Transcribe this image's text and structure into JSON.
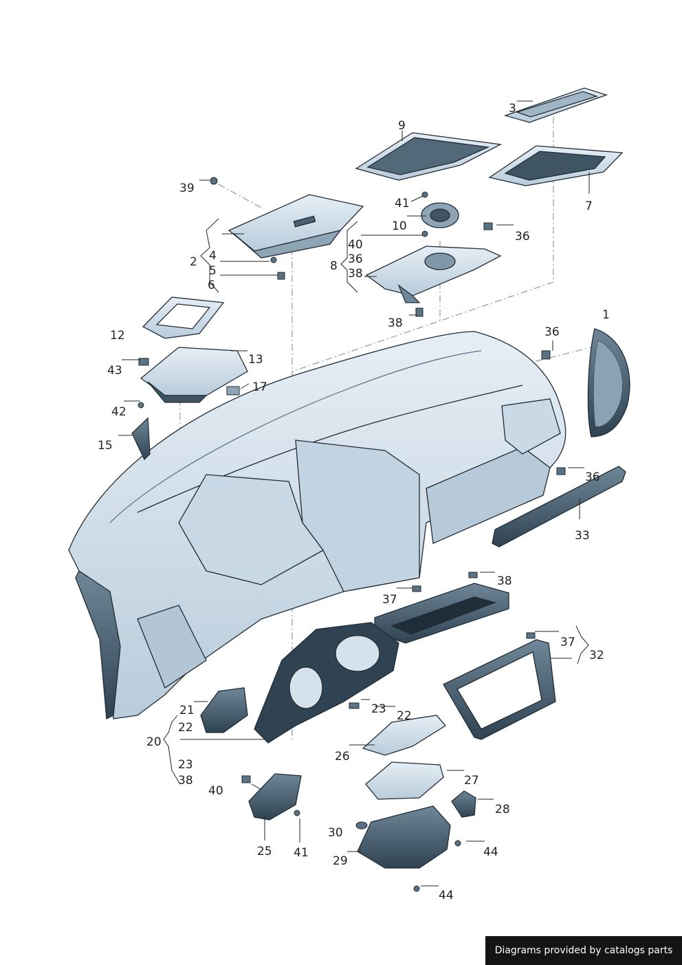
{
  "callouts": [
    {
      "id": "c1",
      "text": "1"
    },
    {
      "id": "c2",
      "text": "2"
    },
    {
      "id": "c3",
      "text": "3"
    },
    {
      "id": "c4",
      "text": "4"
    },
    {
      "id": "c5",
      "text": "5"
    },
    {
      "id": "c6",
      "text": "6"
    },
    {
      "id": "c7",
      "text": "7"
    },
    {
      "id": "c8",
      "text": "8"
    },
    {
      "id": "c9",
      "text": "9"
    },
    {
      "id": "c10",
      "text": "10"
    },
    {
      "id": "c12",
      "text": "12"
    },
    {
      "id": "c13",
      "text": "13"
    },
    {
      "id": "c15",
      "text": "15"
    },
    {
      "id": "c17",
      "text": "17"
    },
    {
      "id": "c20",
      "text": "20"
    },
    {
      "id": "c21",
      "text": "21"
    },
    {
      "id": "c22a",
      "text": "22"
    },
    {
      "id": "c22b",
      "text": "22"
    },
    {
      "id": "c23a",
      "text": "23"
    },
    {
      "id": "c23b",
      "text": "23"
    },
    {
      "id": "c25",
      "text": "25"
    },
    {
      "id": "c26",
      "text": "26"
    },
    {
      "id": "c27",
      "text": "27"
    },
    {
      "id": "c28",
      "text": "28"
    },
    {
      "id": "c29",
      "text": "29"
    },
    {
      "id": "c30",
      "text": "30"
    },
    {
      "id": "c32",
      "text": "32"
    },
    {
      "id": "c33",
      "text": "33"
    },
    {
      "id": "c36a",
      "text": "36"
    },
    {
      "id": "c36b",
      "text": "36"
    },
    {
      "id": "c36c",
      "text": "36"
    },
    {
      "id": "c36d",
      "text": "36"
    },
    {
      "id": "c37a",
      "text": "37"
    },
    {
      "id": "c37b",
      "text": "37"
    },
    {
      "id": "c38a",
      "text": "38"
    },
    {
      "id": "c38b",
      "text": "38"
    },
    {
      "id": "c38c",
      "text": "38"
    },
    {
      "id": "c38d",
      "text": "38"
    },
    {
      "id": "c39",
      "text": "39"
    },
    {
      "id": "c40a",
      "text": "40"
    },
    {
      "id": "c40b",
      "text": "40"
    },
    {
      "id": "c41a",
      "text": "41"
    },
    {
      "id": "c41b",
      "text": "41"
    },
    {
      "id": "c42",
      "text": "42"
    },
    {
      "id": "c43",
      "text": "43"
    },
    {
      "id": "c44a",
      "text": "44"
    },
    {
      "id": "c44b",
      "text": "44"
    }
  ],
  "footer": {
    "text": "Diagrams provided by catalogs parts"
  },
  "colors": {
    "part_fill": "#d7e5ef",
    "part_dark": "#3d5566",
    "stroke": "#1f2a33",
    "background": "#ffffff"
  }
}
